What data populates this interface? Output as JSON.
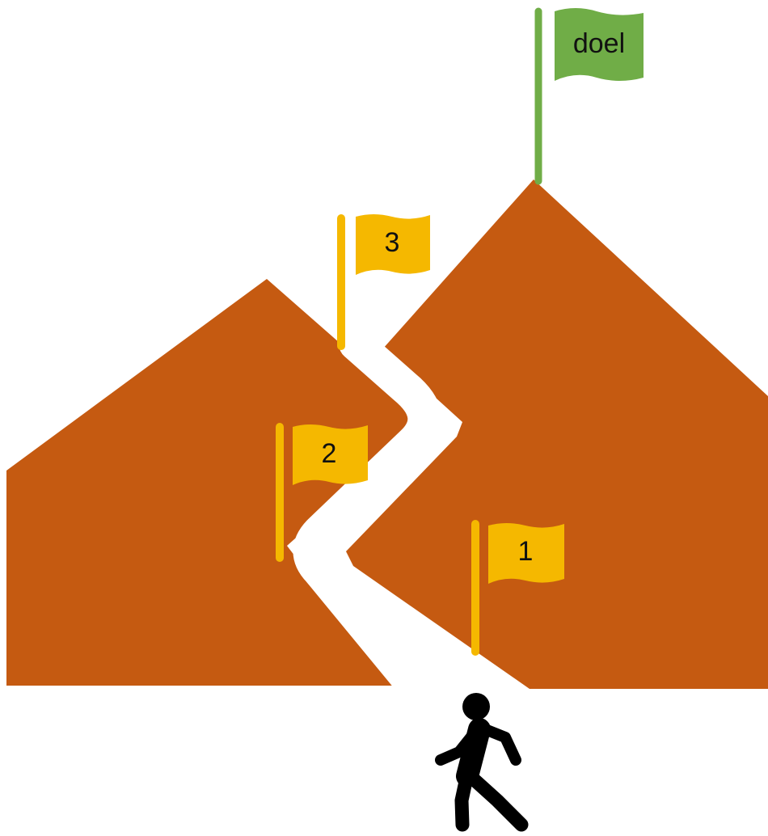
{
  "colors": {
    "mountain": "#c55a11",
    "path": "#ffffff",
    "milestone_flag": "#f5b800",
    "goal_flag": "#70ad47",
    "walker": "#000000"
  },
  "flags": {
    "goal": {
      "label": "doel"
    },
    "milestone_3": {
      "label": "3"
    },
    "milestone_2": {
      "label": "2"
    },
    "milestone_1": {
      "label": "1"
    }
  },
  "icons": {
    "walker": "person-walking-icon"
  }
}
